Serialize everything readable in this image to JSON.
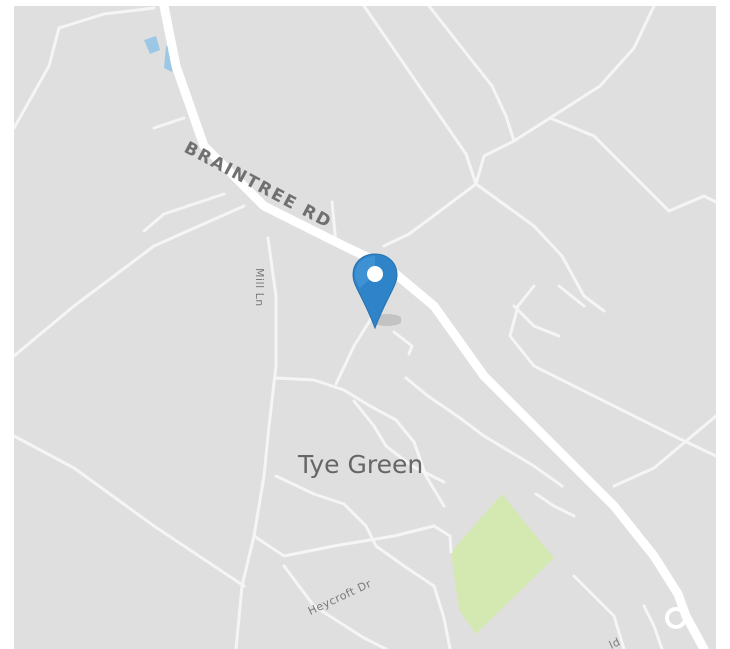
{
  "map": {
    "labels": {
      "main_road": "BRAINTREE RD",
      "side_road": "Mill Ln",
      "town": "Tye Green",
      "lane": "Heycroft Dr",
      "partial_road": "ld"
    },
    "colors": {
      "land": "#dfdfdf",
      "road": "#f6f6f6",
      "main_road": "#ffffff",
      "park": "#d4e8b2",
      "water": "#9cc8e6",
      "marker": "#2f84c9",
      "label": "#6f6f6f"
    },
    "marker_icon": "map-pin-icon"
  }
}
